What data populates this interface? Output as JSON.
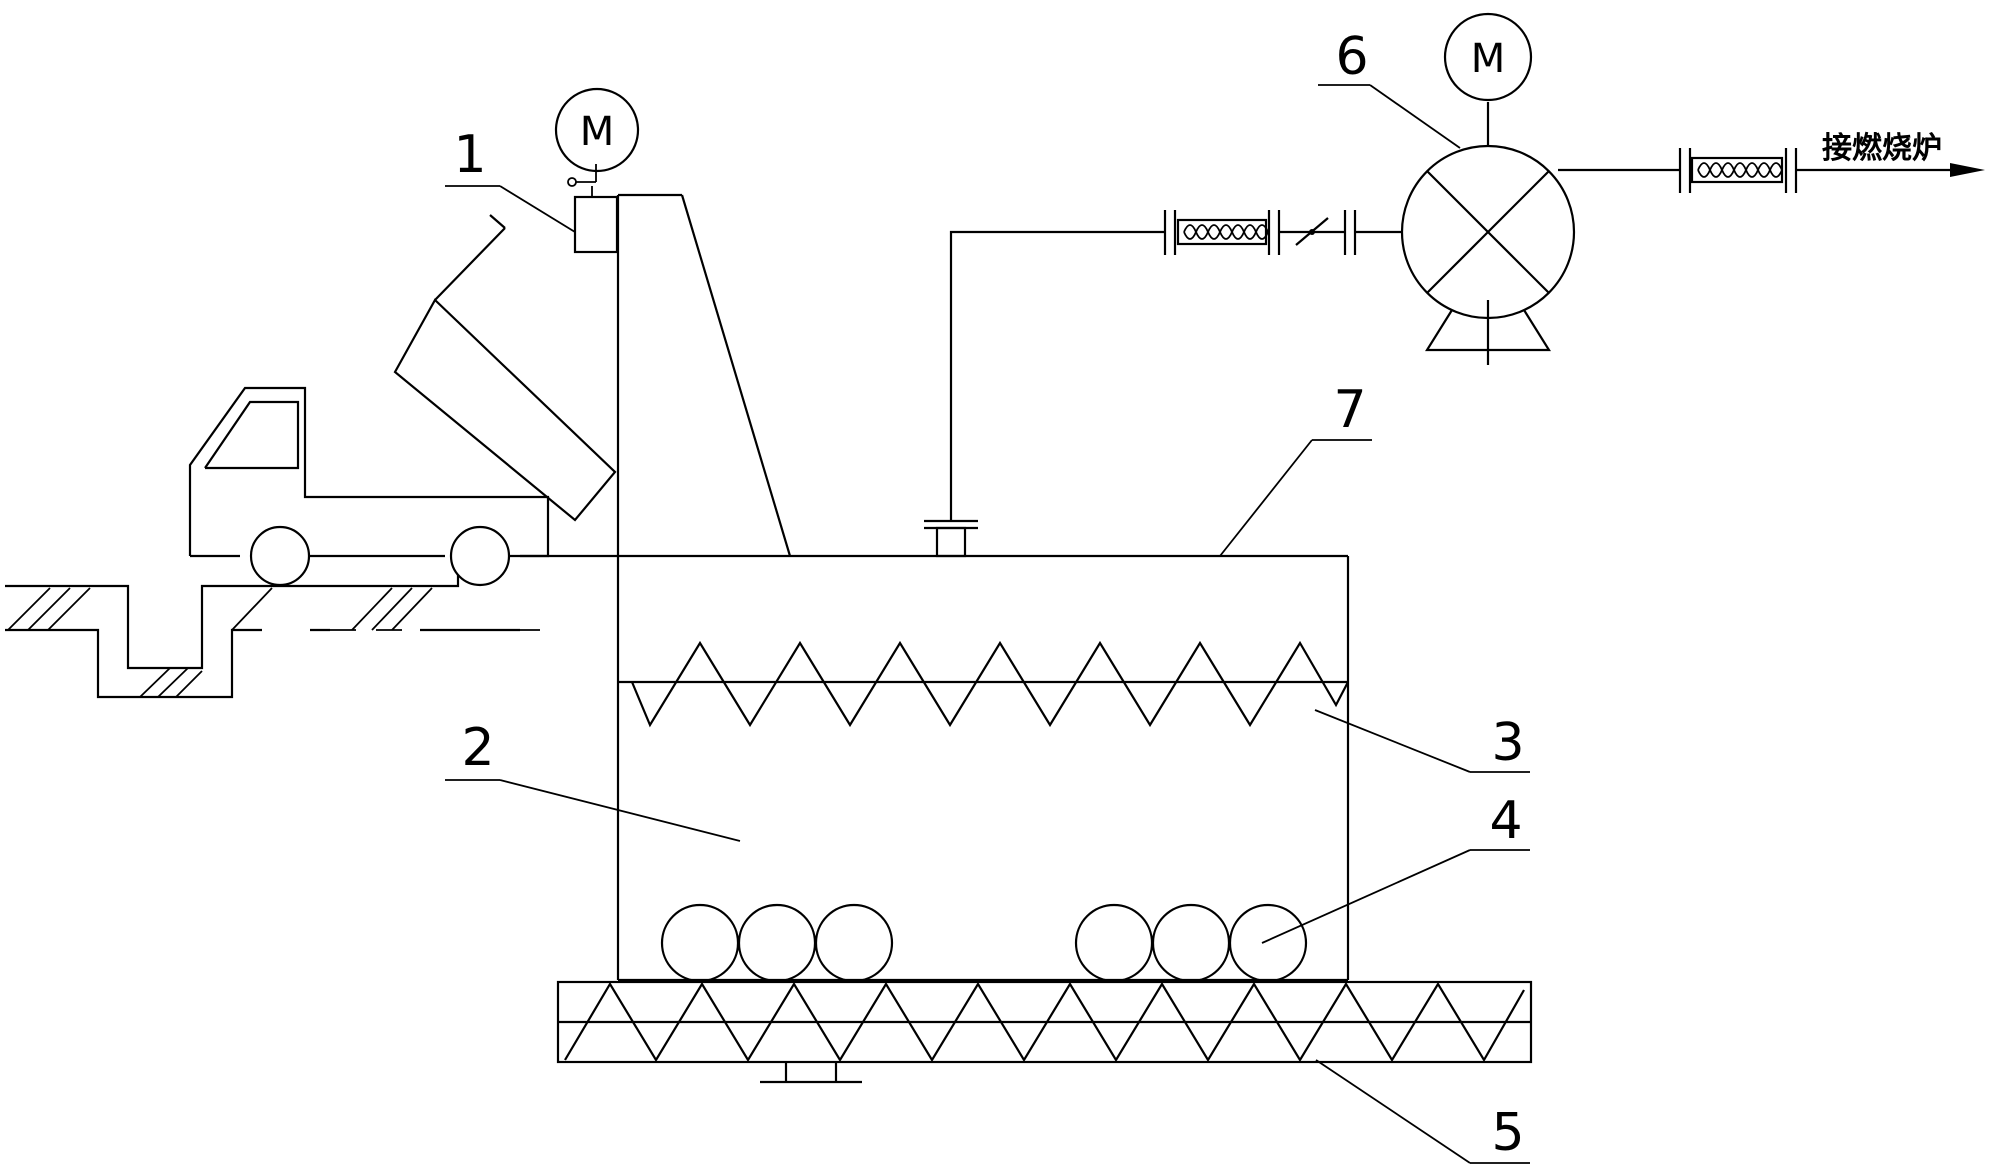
{
  "labels": {
    "l1": "1",
    "l2": "2",
    "l3": "3",
    "l4": "4",
    "l5": "5",
    "l6": "6",
    "l7": "7"
  },
  "motors": {
    "feeder_motor": "M",
    "fan_motor": "M"
  },
  "outlet": {
    "destination": "接燃烧炉"
  }
}
